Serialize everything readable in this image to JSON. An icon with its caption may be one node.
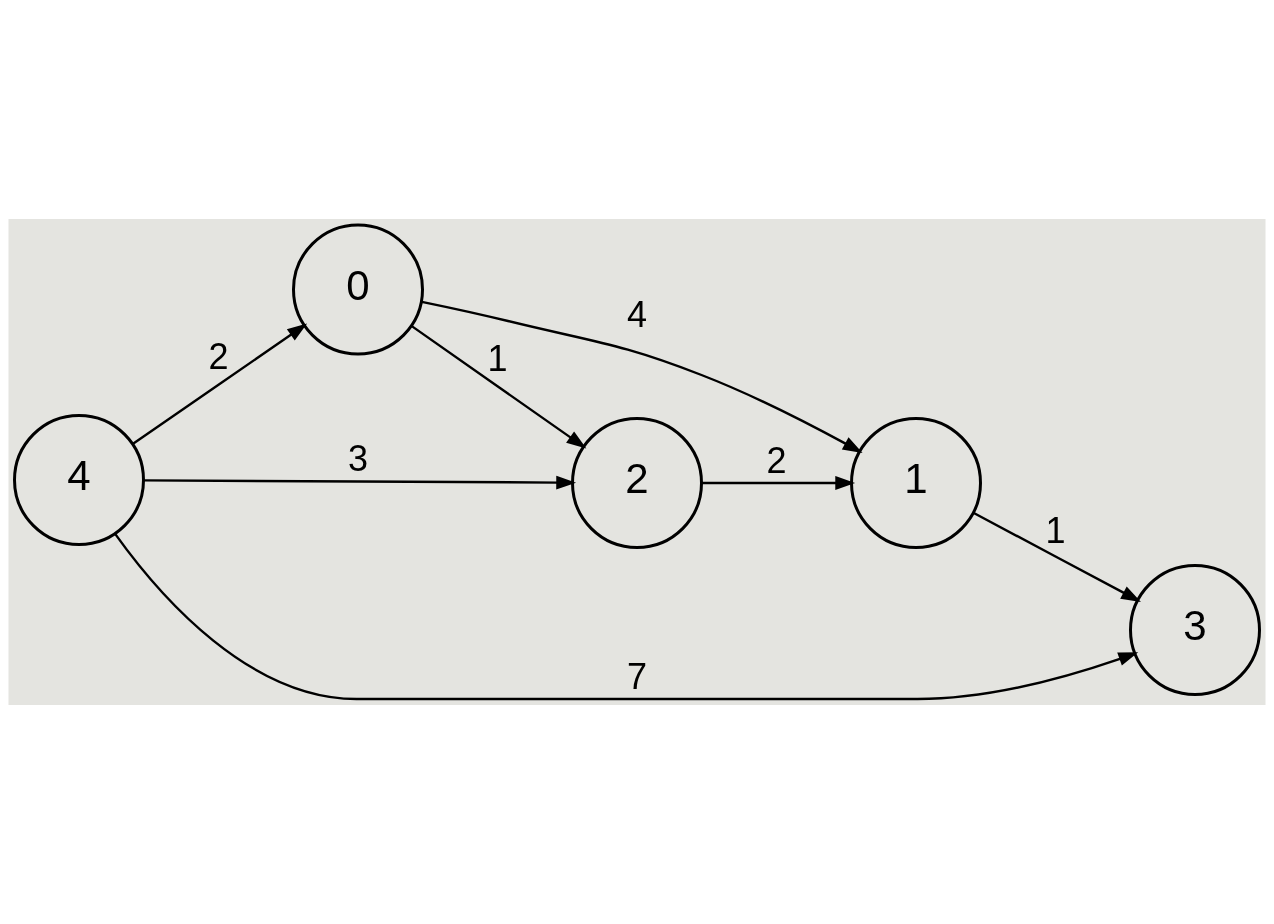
{
  "diagram": {
    "nodes": [
      {
        "text": [
          "0"
        ]
      },
      {
        "text": [
          "1"
        ]
      },
      {
        "text": [
          "2"
        ]
      },
      {
        "text": [
          "3"
        ]
      },
      {
        "text": [
          "4"
        ]
      }
    ],
    "edges": [
      {
        "from": 0,
        "to": 1,
        "arrow": "to",
        "label": "4"
      },
      {
        "from": 0,
        "to": 2,
        "arrow": "to",
        "label": "1"
      },
      {
        "from": 2,
        "to": 1,
        "arrow": "to",
        "label": "2"
      },
      {
        "from": 1,
        "to": 3,
        "arrow": "to",
        "label": "1"
      },
      {
        "from": 4,
        "to": 0,
        "arrow": "to",
        "label": "2"
      },
      {
        "from": 4,
        "to": 2,
        "arrow": "to",
        "label": "3"
      },
      {
        "from": 4,
        "to": 3,
        "arrow": "to",
        "label": "7"
      }
    ]
  }
}
